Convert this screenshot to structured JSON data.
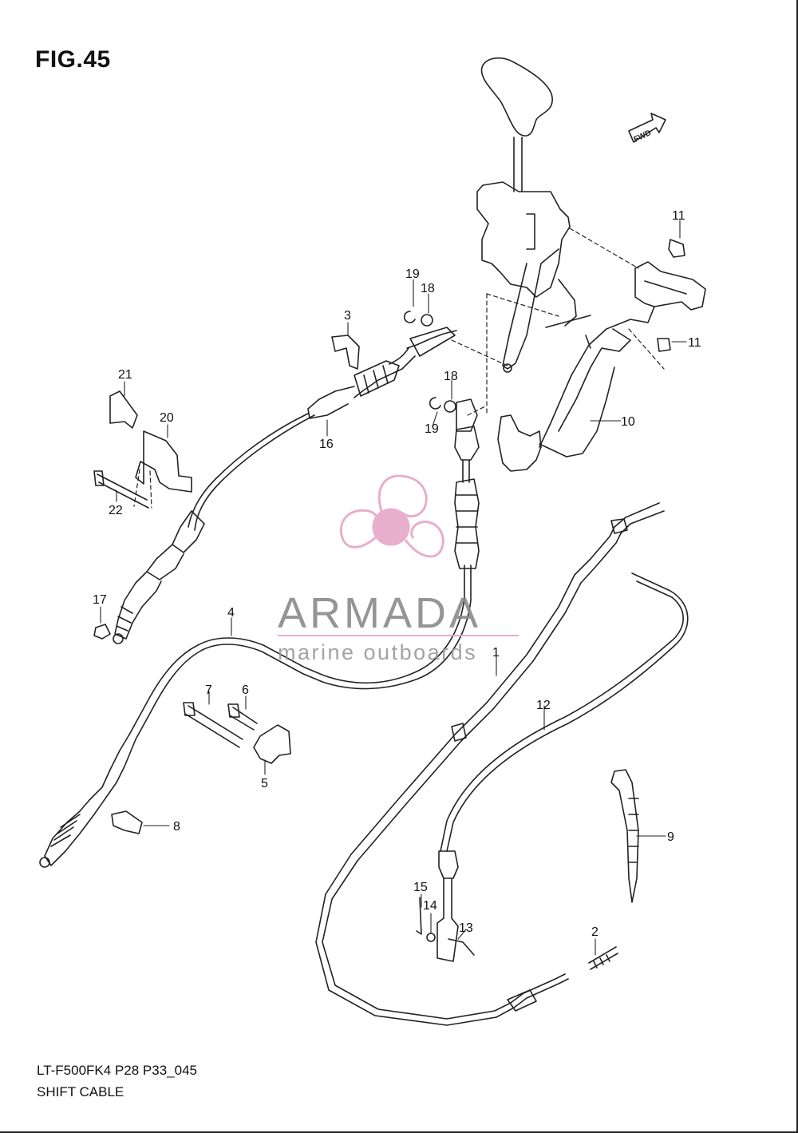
{
  "figure": {
    "title": "FIG.45",
    "model_code": "LT-F500FK4 P28 P33_045",
    "name": "SHIFT CABLE"
  },
  "direction_tag": "FWD",
  "watermark": {
    "brand": "ARMADA",
    "tagline": "marine outboards",
    "logo_color": "#e6a6c8",
    "text_color": "#8a8a8a"
  },
  "callouts": [
    "1",
    "2",
    "3",
    "4",
    "5",
    "6",
    "7",
    "8",
    "9",
    "10",
    "11",
    "11",
    "12",
    "13",
    "14",
    "15",
    "16",
    "17",
    "18",
    "18",
    "19",
    "19",
    "20",
    "21",
    "22"
  ]
}
